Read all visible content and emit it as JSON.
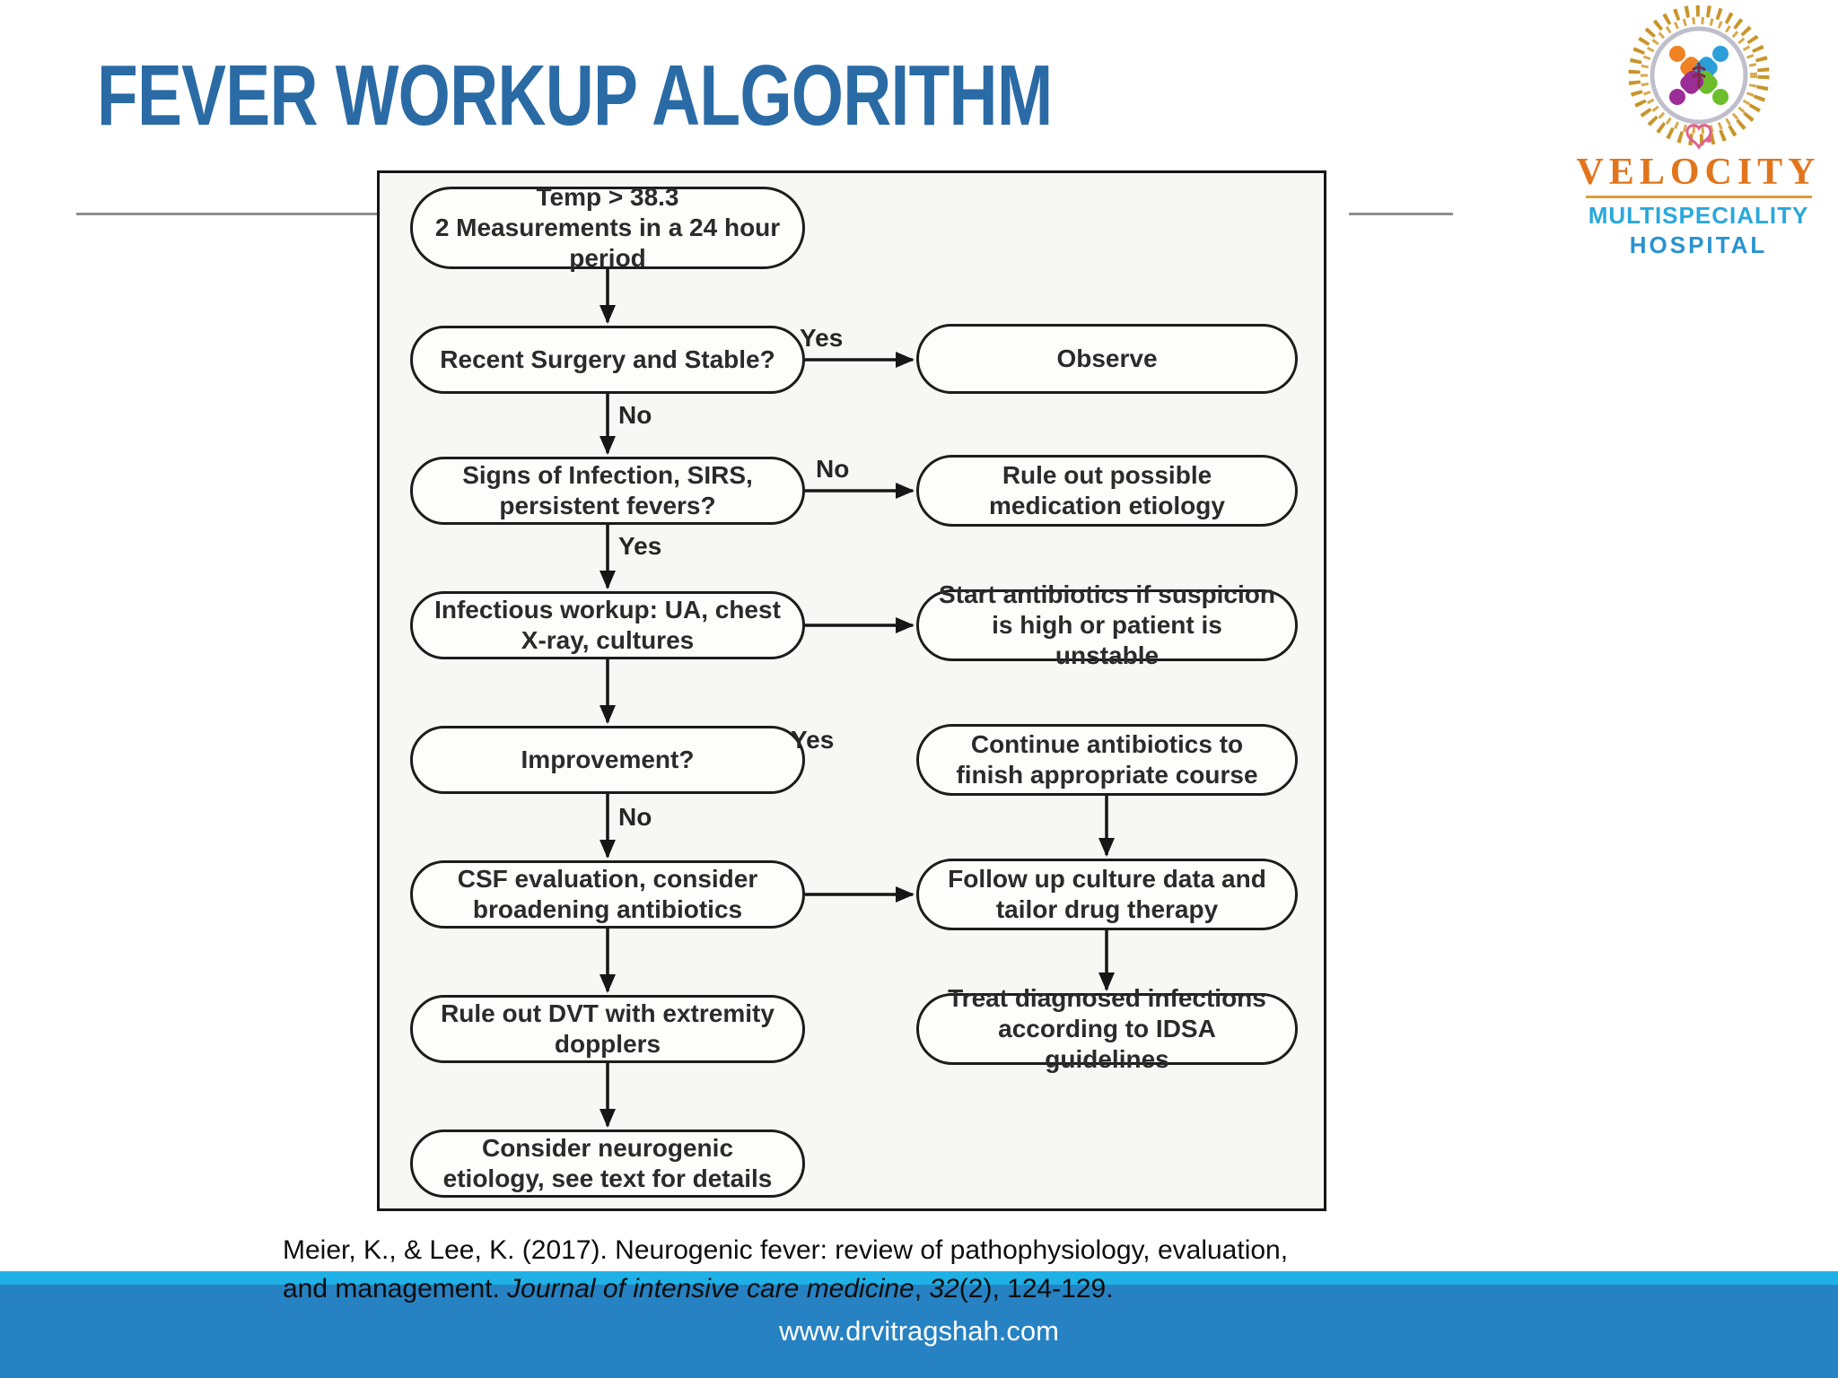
{
  "header": {
    "title": "FEVER WORKUP ALGORITHM"
  },
  "logo": {
    "line1": "VELOCITY",
    "line2": "MULTISPECIALITY",
    "line3": "HOSPITAL"
  },
  "flowchart": {
    "nodes": {
      "n1": "Temp > 38.3\n2 Measurements in a 24 hour period",
      "n2": "Recent Surgery and Stable?",
      "n3": "Signs of Infection, SIRS, persistent fevers?",
      "n4": "Infectious workup: UA, chest X-ray, cultures",
      "n5": "Improvement?",
      "n6": "CSF evaluation, consider broadening antibiotics",
      "n7": "Rule out DVT with extremity dopplers",
      "n8": "Consider neurogenic etiology, see text for details",
      "r2": "Observe",
      "r3": "Rule out possible medication etiology",
      "r4": "Start antibiotics if suspicion is high or patient is unstable",
      "r5": "Continue antibiotics to finish appropriate course",
      "r6": "Follow up culture data and tailor drug therapy",
      "r7": "Treat diagnosed infections according to IDSA guidelines"
    },
    "labels": {
      "yes_surgery": "Yes",
      "no_surgery": "No",
      "no_infection": "No",
      "yes_infection": "Yes",
      "yes_improvement": "Yes",
      "no_improvement": "No"
    },
    "edges": [
      {
        "from": "n1",
        "to": "n2",
        "label": ""
      },
      {
        "from": "n2",
        "to": "r2",
        "label": "Yes"
      },
      {
        "from": "n2",
        "to": "n3",
        "label": "No"
      },
      {
        "from": "n3",
        "to": "r3",
        "label": "No"
      },
      {
        "from": "n3",
        "to": "n4",
        "label": "Yes"
      },
      {
        "from": "n4",
        "to": "r4",
        "label": ""
      },
      {
        "from": "n4",
        "to": "n5",
        "label": ""
      },
      {
        "from": "n5",
        "to": "r5",
        "label": "Yes"
      },
      {
        "from": "n5",
        "to": "n6",
        "label": "No"
      },
      {
        "from": "n6",
        "to": "r6",
        "label": ""
      },
      {
        "from": "n6",
        "to": "n7",
        "label": ""
      },
      {
        "from": "n7",
        "to": "n8",
        "label": ""
      },
      {
        "from": "r5",
        "to": "r6",
        "label": ""
      },
      {
        "from": "r6",
        "to": "r7",
        "label": ""
      }
    ]
  },
  "citation": {
    "line1": "Meier, K., & Lee, K. (2017). Neurogenic fever: review of pathophysiology, evaluation,",
    "line2_prefix": "and management. ",
    "line2_journal_italic": "Journal of intensive care medicine",
    "line2_sep": ", ",
    "line2_volume_italic": "32",
    "line2_suffix": "(2), 124-129."
  },
  "footer": {
    "url": "www.drvitragshah.com"
  },
  "colors": {
    "title_blue": "#2a6ba5",
    "footer_light_blue": "#1fb0e5",
    "footer_dark_blue": "#2682c2",
    "logo_orange": "#e2751c",
    "logo_blue": "#29a8dc",
    "flow_line_black": "#161616"
  }
}
